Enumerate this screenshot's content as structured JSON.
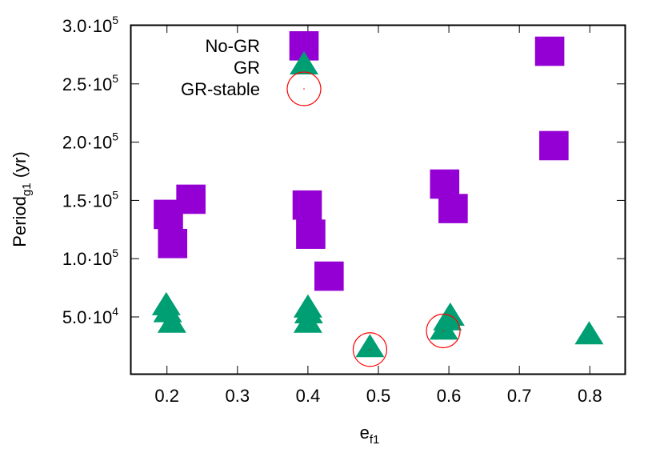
{
  "chart_data": {
    "type": "scatter",
    "title": "",
    "xlabel": "e",
    "xlabel_sub": "f1",
    "ylabel": "Period",
    "ylabel_sub": "g1",
    "ylabel_unit": "(yr)",
    "xlim": [
      0.137,
      0.838
    ],
    "ylim": [
      0,
      300000
    ],
    "grid": false,
    "legend_position": "top-center-inside",
    "x_ticks": [
      {
        "value": 0.2,
        "label": "0.2"
      },
      {
        "value": 0.3,
        "label": "0.3"
      },
      {
        "value": 0.4,
        "label": "0.4"
      },
      {
        "value": 0.5,
        "label": "0.5"
      },
      {
        "value": 0.6,
        "label": "0.6"
      },
      {
        "value": 0.7,
        "label": "0.7"
      },
      {
        "value": 0.8,
        "label": "0.8"
      }
    ],
    "y_ticks": [
      {
        "value": 50000,
        "mantissa": "5.0",
        "exp": "4"
      },
      {
        "value": 100000,
        "mantissa": "1.0",
        "exp": "5"
      },
      {
        "value": 150000,
        "mantissa": "1.5",
        "exp": "5"
      },
      {
        "value": 200000,
        "mantissa": "2.0",
        "exp": "5"
      },
      {
        "value": 250000,
        "mantissa": "2.5",
        "exp": "5"
      },
      {
        "value": 300000,
        "mantissa": "3.0",
        "exp": "5"
      }
    ],
    "series": [
      {
        "name": "No-GR",
        "marker": "filled-square",
        "color": "#9400d3",
        "points": [
          {
            "x": 0.234,
            "y": 151000
          },
          {
            "x": 0.202,
            "y": 138000
          },
          {
            "x": 0.208,
            "y": 113000
          },
          {
            "x": 0.399,
            "y": 146000
          },
          {
            "x": 0.404,
            "y": 121000
          },
          {
            "x": 0.43,
            "y": 85000
          },
          {
            "x": 0.594,
            "y": 164000
          },
          {
            "x": 0.606,
            "y": 143000
          },
          {
            "x": 0.743,
            "y": 278000
          },
          {
            "x": 0.749,
            "y": 197000
          }
        ]
      },
      {
        "name": "GR",
        "marker": "filled-triangle",
        "color": "#009e73",
        "points": [
          {
            "x": 0.199,
            "y": 58000
          },
          {
            "x": 0.201,
            "y": 52000
          },
          {
            "x": 0.207,
            "y": 43000
          },
          {
            "x": 0.4,
            "y": 56000
          },
          {
            "x": 0.401,
            "y": 51000
          },
          {
            "x": 0.4,
            "y": 43000
          },
          {
            "x": 0.488,
            "y": 22000
          },
          {
            "x": 0.602,
            "y": 49000
          },
          {
            "x": 0.598,
            "y": 45000
          },
          {
            "x": 0.593,
            "y": 37000
          },
          {
            "x": 0.799,
            "y": 33000
          }
        ]
      },
      {
        "name": "GR-stable",
        "marker": "open-circle",
        "color": "#ff0000",
        "points": [
          {
            "x": 0.488,
            "y": 22000
          },
          {
            "x": 0.592,
            "y": 38000
          }
        ]
      }
    ]
  },
  "legend": {
    "items": [
      {
        "label": "No-GR"
      },
      {
        "label": "GR"
      },
      {
        "label": "GR-stable"
      }
    ]
  }
}
